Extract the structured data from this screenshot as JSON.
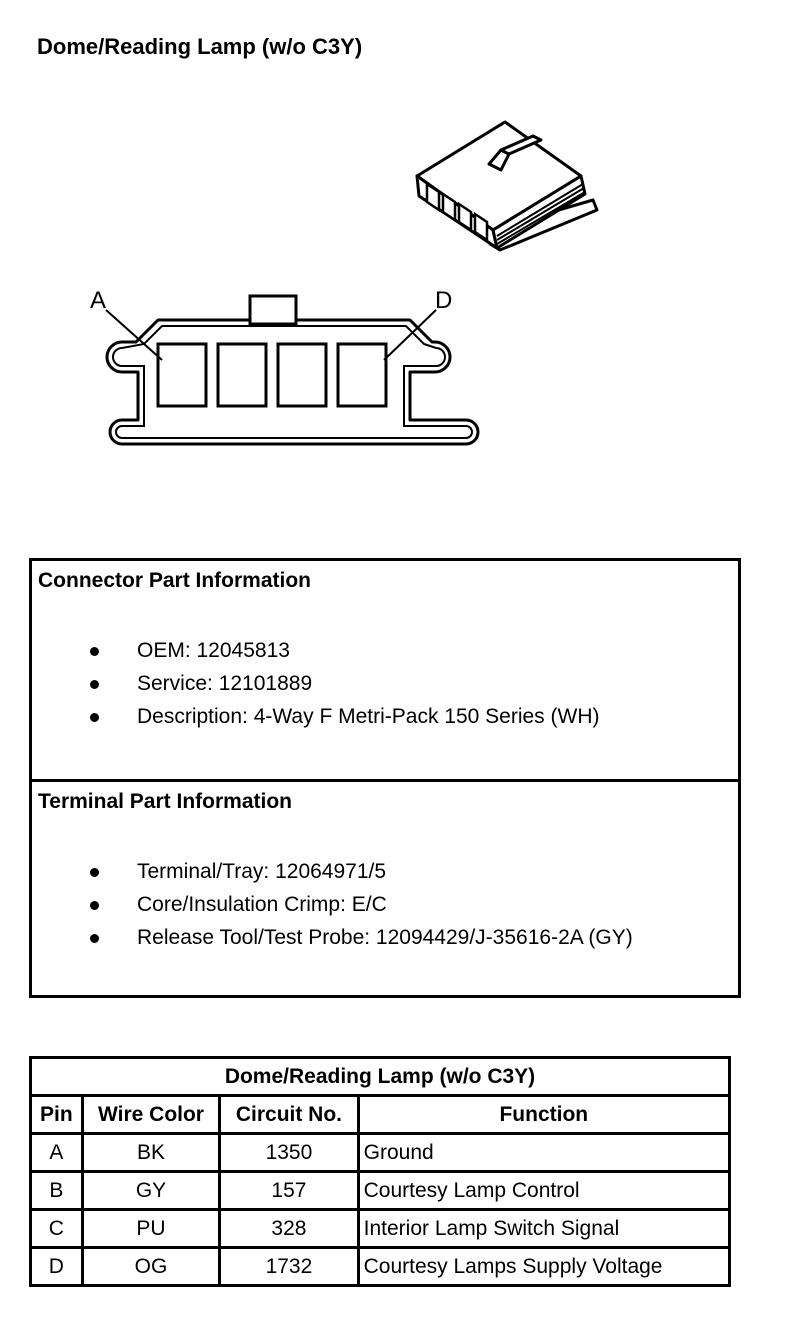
{
  "title": "Dome/Reading Lamp (w/o C3Y)",
  "diagram": {
    "pin_labels": [
      "A",
      "D"
    ]
  },
  "connector_info": {
    "heading": "Connector Part Information",
    "items": [
      "OEM: 12045813",
      "Service: 12101889",
      "Description: 4-Way F Metri-Pack 150 Series (WH)"
    ]
  },
  "terminal_info": {
    "heading": "Terminal Part Information",
    "items": [
      "Terminal/Tray: 12064971/5",
      "Core/Insulation Crimp: E/C",
      "Release Tool/Test Probe: 12094429/J-35616-2A (GY)"
    ]
  },
  "pin_table": {
    "caption": "Dome/Reading Lamp (w/o C3Y)",
    "headers": [
      "Pin",
      "Wire Color",
      "Circuit No.",
      "Function"
    ],
    "rows": [
      [
        "A",
        "BK",
        "1350",
        "Ground"
      ],
      [
        "B",
        "GY",
        "157",
        "Courtesy Lamp Control"
      ],
      [
        "C",
        "PU",
        "328",
        "Interior Lamp Switch Signal"
      ],
      [
        "D",
        "OG",
        "1732",
        "Courtesy Lamps Supply Voltage"
      ]
    ]
  }
}
